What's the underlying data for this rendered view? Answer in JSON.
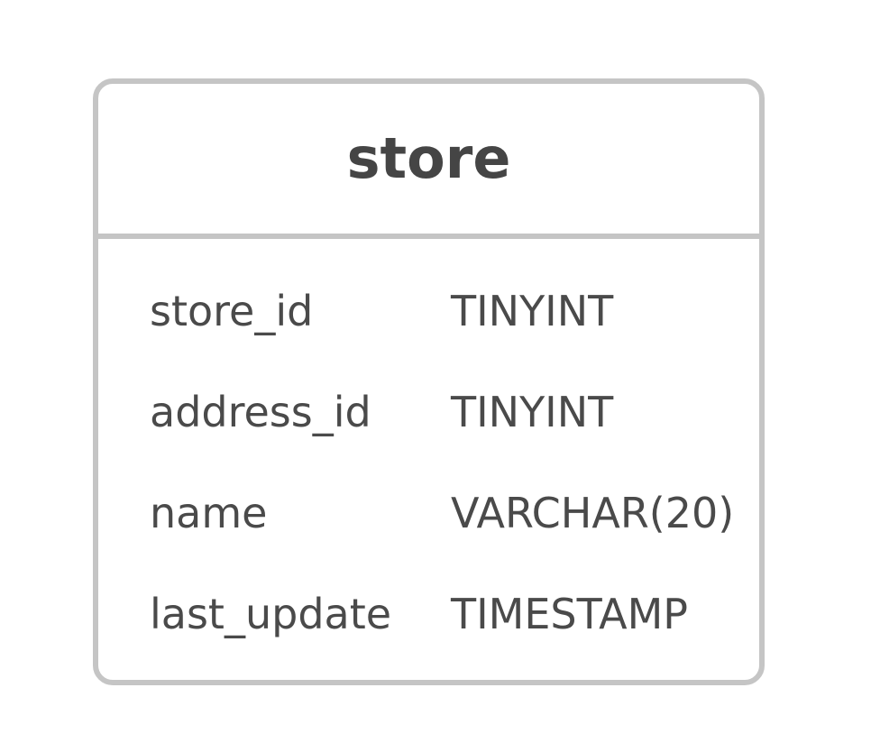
{
  "diagram": {
    "type": "entity-relationship-table",
    "background_color": "#ffffff",
    "entity": {
      "title": "store",
      "border_color": "#c5c5c5",
      "divider_color": "#c5c5c5",
      "title_color": "#454545",
      "field_text_color": "#4a4a4a",
      "fill_color": "#ffffff",
      "fields": [
        {
          "name": "store_id",
          "type": "TINYINT"
        },
        {
          "name": "address_id",
          "type": "TINYINT"
        },
        {
          "name": "name",
          "type": "VARCHAR(20)"
        },
        {
          "name": "last_update",
          "type": "TIMESTAMP"
        }
      ]
    }
  }
}
